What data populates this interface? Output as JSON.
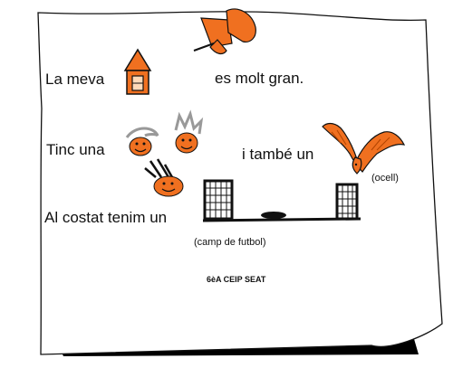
{
  "poster": {
    "line1_start": "La meva",
    "line1_end": "es molt gran.",
    "line2_start": "Tinc una",
    "line2_end": "i també un",
    "bird_caption": "(ocell)",
    "line3_start": "Al costat tenim un",
    "field_caption": "(camp de futbol)",
    "credit": "6èA CEIP SEAT"
  },
  "icons": {
    "pin": "push-pin-icon",
    "house": "house-icon",
    "family": "family-faces-icon",
    "bird": "bird-icon",
    "field": "football-field-icon"
  },
  "colors": {
    "accent": "#f07020",
    "outline": "#111111",
    "shadow": "#000000",
    "paper": "#ffffff"
  }
}
